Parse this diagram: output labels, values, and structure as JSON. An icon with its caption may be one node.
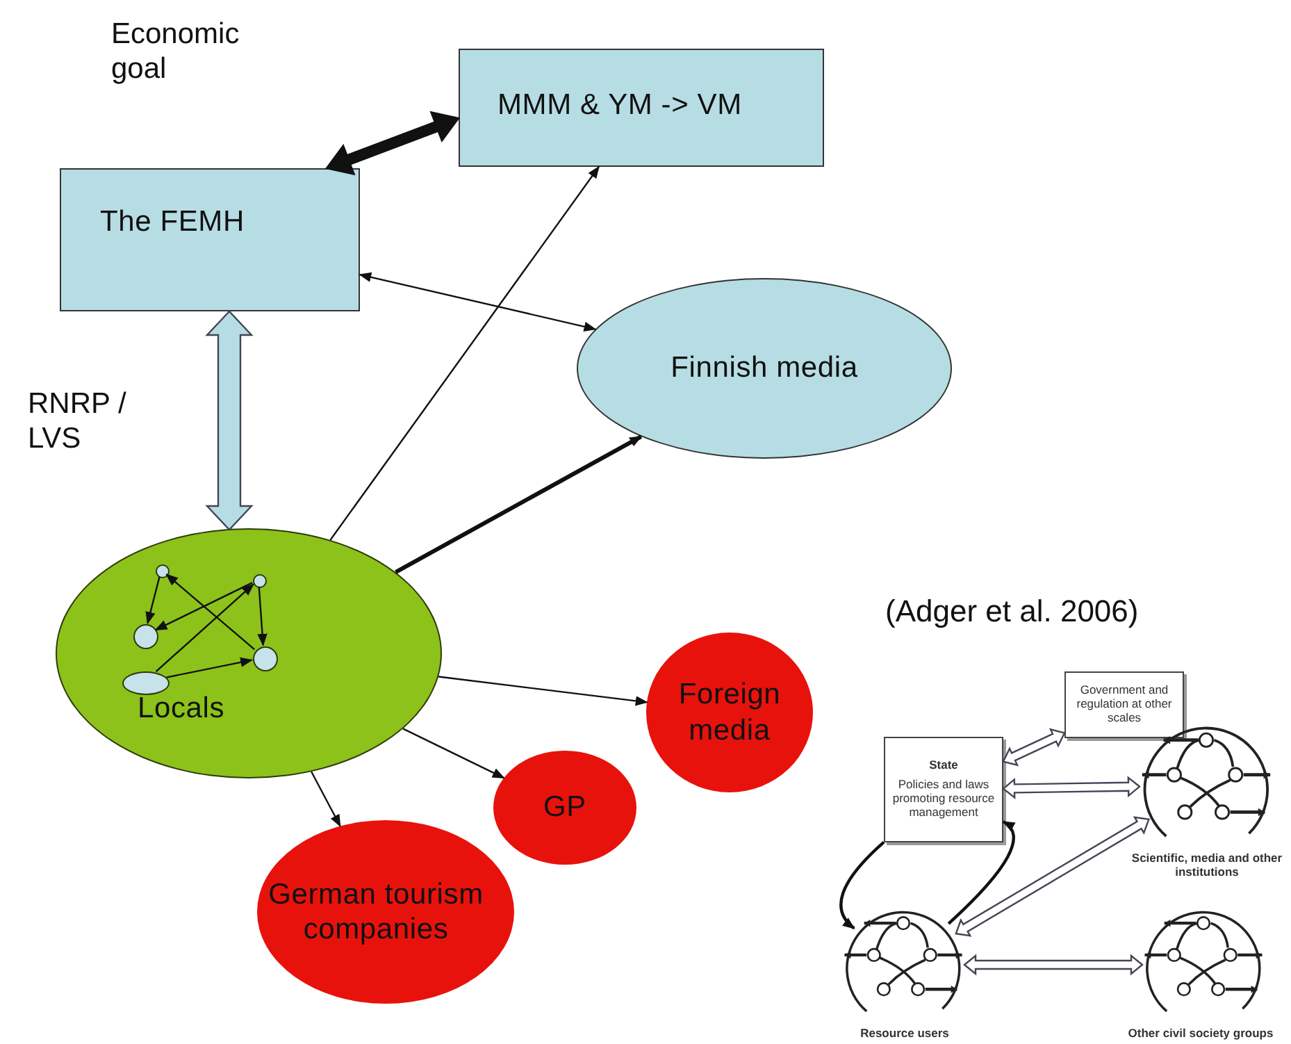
{
  "diagram": {
    "nodes": [
      {
        "text": [
          "MMM & YM -> VM"
        ]
      },
      {
        "text": [
          "The FEMH"
        ]
      },
      {
        "text": [
          "Finnish media"
        ]
      },
      {
        "text": [
          "Locals"
        ]
      },
      {
        "text": [
          "Foreign media"
        ]
      },
      {
        "text": [
          "GP"
        ]
      },
      {
        "text": [
          "German tourism companies"
        ]
      },
      {
        "text": [],
        "shape": "circle",
        "in": 3
      },
      {
        "text": [],
        "shape": "circle",
        "in": 3
      },
      {
        "text": [],
        "shape": "circle",
        "in": 3
      },
      {
        "text": [],
        "shape": "circle",
        "in": 3
      },
      {
        "text": [],
        "shape": "ellipse",
        "in": 3
      },
      {
        "text": [
          "Government and regulation at other scales"
        ]
      },
      {
        "text": [
          "State",
          "Policies and laws promoting resource management"
        ]
      },
      {
        "text": [],
        "shape": "circle",
        "beside": [
          "Scientific, media and other institutions"
        ]
      },
      {
        "text": [],
        "shape": "circle",
        "beside": [
          "Resource users"
        ]
      },
      {
        "text": [],
        "shape": "circle",
        "beside": [
          "Other civil society groups"
        ]
      }
    ],
    "edges": [
      {
        "from": 1,
        "to": 0,
        "arrow": "both",
        "style": "thick"
      },
      {
        "from": 1,
        "to": 2,
        "arrow": "both"
      },
      {
        "from": 1,
        "to": 3,
        "arrow": "both",
        "style": "thick",
        "color": "#b7dde4"
      },
      {
        "from": 3,
        "to": 0,
        "arrow": "to"
      },
      {
        "from": 3,
        "to": 2,
        "arrow": "to",
        "style": "thick"
      },
      {
        "from": 3,
        "to": 4,
        "arrow": "to"
      },
      {
        "from": 3,
        "to": 5,
        "arrow": "to"
      },
      {
        "from": 3,
        "to": 6,
        "arrow": "to"
      },
      {
        "from": 7,
        "to": 9,
        "arrow": "to"
      },
      {
        "from": 8,
        "to": 10,
        "arrow": "to"
      },
      {
        "from": 8,
        "to": 9,
        "arrow": "to"
      },
      {
        "from": 11,
        "to": 8,
        "arrow": "to"
      },
      {
        "from": 10,
        "to": 7,
        "arrow": "to"
      },
      {
        "from": 11,
        "to": 10,
        "arrow": "to"
      },
      {
        "from": 12,
        "to": 13,
        "arrow": "both",
        "style": "thick",
        "color": "#ffffff"
      },
      {
        "from": 13,
        "to": 14,
        "arrow": "both",
        "style": "thick",
        "color": "#ffffff"
      },
      {
        "from": 15,
        "to": 14,
        "arrow": "both",
        "style": "thick",
        "color": "#ffffff"
      },
      {
        "from": 15,
        "to": 16,
        "arrow": "both",
        "style": "thick",
        "color": "#ffffff"
      },
      {
        "from": 13,
        "to": 15,
        "arrow": "to"
      },
      {
        "from": 15,
        "to": 13,
        "arrow": "to"
      }
    ],
    "labels": [
      "Economic goal",
      "RNRP / LVS",
      "(Adger et al. 2006)"
    ]
  }
}
